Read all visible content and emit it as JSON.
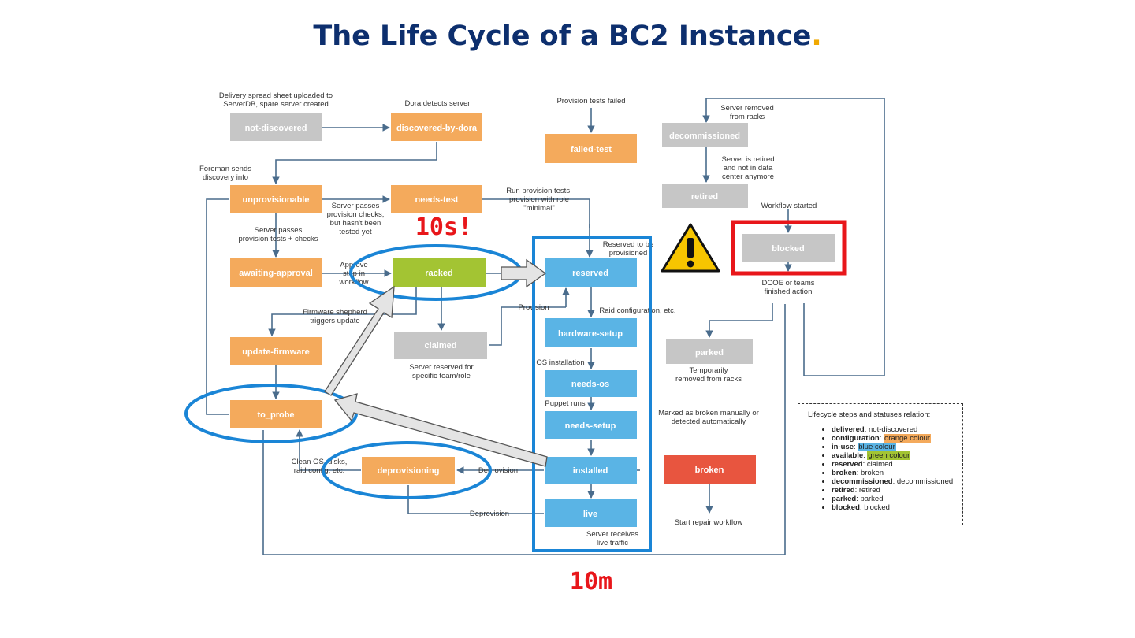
{
  "title": {
    "text": "The Life Cycle of a BC2 Instance",
    "dot": "."
  },
  "colors": {
    "orange": "#f4aa5c",
    "grey": "#c6c6c6",
    "green": "#a3c433",
    "blue": "#5ab4e5",
    "red": "#e8553f",
    "edge": "#4a6c8c",
    "highlight": "#1a85d6",
    "alert": "#e8161a"
  },
  "nodes": {
    "not_discovered": "not-discovered",
    "discovered_by_dora": "discovered-by-dora",
    "failed_test": "failed-test",
    "decommissioned": "decommissioned",
    "unprovisionable": "unprovisionable",
    "needs_test": "needs-test",
    "retired": "retired",
    "awaiting_approval": "awaiting-approval",
    "racked": "racked",
    "reserved": "reserved",
    "blocked": "blocked",
    "claimed": "claimed",
    "hardware_setup": "hardware-setup",
    "parked": "parked",
    "update_firmware": "update-firmware",
    "needs_os": "needs-os",
    "to_probe": "to_probe",
    "needs_setup": "needs-setup",
    "deprovisioning": "deprovisioning",
    "installed": "installed",
    "broken": "broken",
    "live": "live"
  },
  "notes": {
    "delivery_1": "Delivery spread sheet uploaded to",
    "delivery_2": "ServerDB, spare server created",
    "dora": "Dora detects server",
    "prov_failed": "Provision tests failed",
    "srv_removed_1": "Server removed",
    "srv_removed_2": "from racks",
    "foreman_1": "Foreman sends",
    "foreman_2": "discovery info",
    "retired_1": "Server is retired",
    "retired_2": "and not in data",
    "retired_3": "center anymore",
    "passes_1": "Server passes",
    "passes_2": "provision checks,",
    "passes_3": "but hasn't been",
    "passes_4": "tested yet",
    "run_1": "Run provision tests,",
    "run_2": "provision with role",
    "run_3": "\"minimal\"",
    "workflow_started": "Workflow started",
    "passes_tests_1": "Server passes",
    "passes_tests_2": "provision tests + checks",
    "approve_1": "Approve",
    "approve_2": "step in",
    "approve_3": "workflow",
    "reserved_prov_1": "Reserved to be",
    "reserved_prov_2": "provisioned",
    "dcoe_1": "DCOE or teams",
    "dcoe_2": "finished action",
    "provision": "Provision",
    "raid_config": "Raid configuration, etc.",
    "firmware_1": "Firmware shepherd",
    "firmware_2": "triggers update",
    "reserved_team_1": "Server reserved for",
    "reserved_team_2": "specific team/role",
    "os_install": "OS installation",
    "temp_removed_1": "Temporarily",
    "temp_removed_2": "removed from racks",
    "puppet": "Puppet runs",
    "broken_1": "Marked as broken manually or",
    "broken_2": "detected automatically",
    "clean_1": "Clean OS, disks,",
    "clean_2": "raid config, etc.",
    "deprovision_1": "Deprovision",
    "deprovision_2": "Deprovision",
    "repair": "Start repair workflow",
    "traffic_1": "Server receives",
    "traffic_2": "live traffic"
  },
  "callouts": {
    "fast": "10s!",
    "slow": "10m"
  },
  "legend": {
    "title": "Lifecycle steps and statuses relation:",
    "items": [
      {
        "key": "delivered",
        "value": "not-discovered",
        "highlight": ""
      },
      {
        "key": "configuration",
        "value": "orange colour",
        "highlight": "#f4aa5c"
      },
      {
        "key": "in-use",
        "value": "blue colour",
        "highlight": "#5ab4e5"
      },
      {
        "key": "available",
        "value": "green colour",
        "highlight": "#a3c433"
      },
      {
        "key": "reserved",
        "value": "claimed",
        "highlight": ""
      },
      {
        "key": "broken",
        "value": "broken",
        "highlight": ""
      },
      {
        "key": "decommissioned",
        "value": "decommissioned",
        "highlight": ""
      },
      {
        "key": "retired",
        "value": "retired",
        "highlight": ""
      },
      {
        "key": "parked",
        "value": "parked",
        "highlight": ""
      },
      {
        "key": "blocked",
        "value": "blocked",
        "highlight": ""
      }
    ]
  }
}
